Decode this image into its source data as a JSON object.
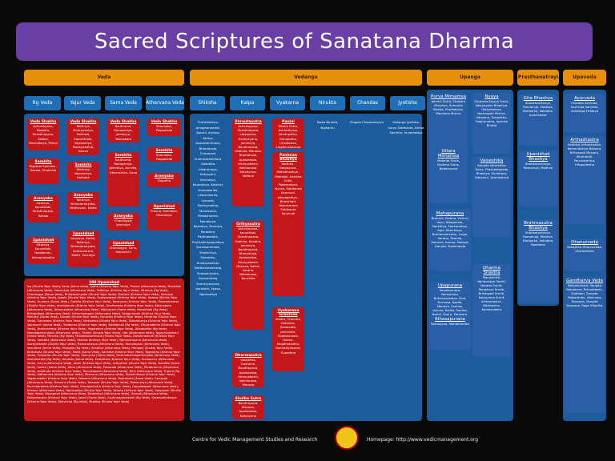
{
  "title": "Sacred Scriptures of Sanatana Dharma",
  "headers": {
    "veda": "Veda",
    "vedanga": "Vedanga",
    "upanga": "Upanga",
    "prasthanatrayi": "Prasthanatrayi",
    "upaveda": "Upaveda"
  },
  "subheaders": [
    "Rg Veda",
    "Yajur Veda",
    "Sama Veda",
    "Atharvana Veda",
    "Shiksha",
    "Kalpa",
    "Vyakarna",
    "Nirukta",
    "Chandas",
    "Jyotisha"
  ],
  "veda_boxes": {
    "rg_shakha": {
      "title": "Veda Shakha",
      "body": "Ashvalayana, Baskala, Shankhayana, Sakala, Mandukeya, Paingi"
    },
    "rg_samhita": {
      "title": "Samhita",
      "body": "Rigveda Samhita - Sakala, Shakhala"
    },
    "rg_aranyaka": {
      "title": "Aranyaka",
      "body": "Aitareya, Kaushitaki, Shankhayana, Sakala"
    },
    "rg_upanishad": {
      "title": "Upanishad",
      "body": "Aitareya, Kaushitaki, Nadabindu, Atmaprabodha"
    },
    "yj_shakha": {
      "title": "Veda Shakha",
      "body": "Taittiriya, Maitrayaniya, Kathaka, Kapishthala, Vajasaneya, Madhyandina, Kanva"
    },
    "yj_samhita": {
      "title": "Samhita",
      "body": "Taittiriya, Vajasaneya, Kathaka"
    },
    "yj_aranyaka": {
      "title": "Aranyaka",
      "body": "Taittiriya, Brihadaranyaka, Maitrayani, Katha"
    },
    "yj_upanishad": {
      "title": "Upanishad",
      "body": "Isavasya, Katha, Taittiriya, Brihadaranyaka, Svetasvatara, Maitri, Kaivalya"
    },
    "sv_shakha": {
      "title": "Veda Shakha",
      "body": "Kauthuma, Ranayaniya, Jaiminiya, Talavakara"
    },
    "sv_samhita": {
      "title": "Samhita",
      "body": "Kauthuma, Ranayaniya, Jaiminiya, Archika, Uttarachika, Gana"
    },
    "sv_aranyaka": {
      "title": "Aranyaka",
      "body": "Chandogya, Jaiminiya"
    },
    "sv_upanishad": {
      "title": "Upanishad",
      "body": "Chandogya, Kena, Vajrasuchi"
    },
    "av_shakha": {
      "title": "Veda Shakha",
      "body": "Shaunaka, Paippalada"
    },
    "av_samhita": {
      "title": "Samhita",
      "body": "Shaunaka, Paippalada"
    },
    "av_aranyaka": {
      "title": "Aranyaka",
      "body": "Gopatha"
    },
    "av_upanishad": {
      "title": "Upanishad",
      "body": "Prasna, Mundaka, Mandukya"
    }
  },
  "upanishad108": {
    "title": "108 Upanishad",
    "body": "Isa (Shukla Yajur Veda), Kena (Sama Veda), Katha (Krishna Yajur Veda), Prasna (Atharvana Veda), Mundaka (Atharvana Veda), Mandukya (Atharvana Veda), Taittiriya (Krishna Yajur Veda), Aitareya (Rg Veda), Chandogya (Sama Veda), Brihadaranyaka (Shukla Yajur Veda), Brahma (Krishna Yajur Veda), Kaivalya (Krishna Yajur Veda), Jabala (Shukla Yajur Veda), Svetasvatara (Krishna Yajur Veda), Hamsa (Shukla Yajur Veda), Aruneya (Sama Veda), Garbha (Krishna Yajur Veda), Narayana (Krishna Yajur Veda), Paramahamsa (Shukla Yajur Veda), Amritabindu (Krishna Yajur Veda), Amritanada (Krishna Yajur Veda), Atharvasira (Atharvana Veda), Atharvasikha (Atharvana Veda), Maitrayani (Sama Veda), Kaushitaki (Rg Veda), Brihajjabala (Atharvana Veda), Nrisimhatapani (Atharvana Veda), Kalagnirudra (Krishna Yajur Veda), Maitreyi (Sama Veda), Subala (Shukla Yajur Veda), Kshurika (Krishna Yajur Veda), Mantrika (Shukla Yajur Veda), Sarvasara (Krishna Yajur Veda), Niralamba (Shukla Yajur Veda), Sukarahasya (Krishna Yajur Veda), Vajrasuchi (Sama Veda), Tejobindu (Krishna Yajur Veda), Nadabindu (Rg Veda), Dhyanabindu (Krishna Yajur Veda), Brahmavidya (Krishna Yajur Veda), Yogatattva (Krishna Yajur Veda), Atmabodha (Rg Veda), Naradaparivrajaka (Atharvana Veda), Trisikhi (Shukla Yajur Veda), Sita (Atharvana Veda), Yogachudamani (Sama Veda), Nirvana (Rg Veda), Mandalabrahmana (Shukla Yajur Veda), Dakshinamurti (Krishna Yajur Veda), Sarabha (Atharvana Veda), Skanda (Krishna Yajur Veda), Mahanarayana (Atharvana Veda), Advayataraka (Shukla Yajur Veda), Ramarahasya (Atharvana Veda), Ramatapani (Atharvana Veda), Vasudeva (Sama Veda), Mudgala (Rg Veda), Sandilya (Atharvana Veda), Paingala (Shukla Yajur Veda), Bhikshuka (Shukla Yajur Veda), Maha (Sama Veda), Sariraka (Krishna Yajur Veda), Yogasikha (Krishna Yajur Veda), Turiyatita (Shukla Yajur Veda), Sannyasa (Sama Veda), Paramahamsaparivrajaka (Atharvana Veda), Akshamalika (Rg Veda), Avyakta (Sama Veda), Ekakshara (Krishna Yajur Veda), Annapurna (Atharvana Veda), Surya (Atharvana Veda), Akshi (Krishna Yajur Veda), Adhyatma (Shukla Yajur Veda), Kundika (Sama Veda), Savitri (Sama Veda), Atma (Atharvana Veda), Pasupata (Atharvana Veda), Parabrahma (Atharvana Veda), Avadhuta (Krishna Yajur Veda), Tripuratapani (Atharvana Veda), Devi (Atharvana Veda), Tripura (Rg Veda), Katharudra (Krishna Yajur Veda), Bhavana (Atharvana Veda), Rudrahridaya (Krishna Yajur Veda), Yogakundalini (Krishna Yajur Veda), Bhasma (Atharvana Veda), Rudraksha (Sama Veda), Ganapati (Atharvana Veda), Darsana (Sama Veda), Tarasara (Shukla Yajur Veda), Mahavakya (Atharvana Veda), Panchabrahma (Krishna Yajur Veda), Pranagnihotra (Krishna Yajur Veda), Gopalatapani (Atharvana Veda), Krishna (Atharvana Veda), Yajnavalkya (Shukla Yajur Veda), Varaha (Krishna Yajur Veda), Satyayani (Shukla Yajur Veda), Hayagriva (Atharvana Veda), Dattatreya (Atharvana Veda), Garuda (Atharvana Veda), Kalisantarana (Krishna Yajur Veda), Jabali (Sama Veda), Saubhagyalakshmi (Rg Veda), Sarasvatirahasya (Krishna Yajur Veda), Bahvricha (Rg Veda), Muktika (Shukla Yajur Veda)"
  },
  "vedanga": {
    "shiksha": "Pratishakhya, Amoghanandini, Apisali, Aranya, Atreya, Avasananirnaya, Bharadvaja, Charayani, Chandrashekhara, Galadrka, Kalanirnaya, Katyayani, Kauhaliya, Kaundinya, Keshavi, Kramakarika, Laksmikanta, Lomashi, Madhyandina, Manasvara, Mallasharma, Mandavya, Naradiya, Paniniya, Parashari, Padmanabha, Pratishakhyapradipa, Sarvasammata, Shaishiriya, Shambhu, Shodasashloki, Siddhantashiksha, Svaraankusha, Svarashtaka, Svaravyanjana, Vasishthi, Vyasa, Yajnavalkya",
    "kalpa_title": "Shrautasutra",
    "kalpa": "Ashvalayana, Shankhayana, Latyayana, Drahyayana, Jaiminiya, Baudhayana, Vadhula, Manava, Bharadvaja, Apastamba, Hiranyakeshi, Vaikhanasa, Katyayana, Vaitana",
    "grihya_title": "Grihyasutra",
    "grihya": "Ashvalayana, Kaushitaki, Shankhayana, Gobhila, Khadira, Jaiminiya, Baudhayana, Bharadvaja, Apastamba, Hiranyakeshi, Manava, Katha, Varaha, Vaikhanasa, Kaushika",
    "dharma_title": "Dharmasutra",
    "dharma": "Vasishtha, Gautama, Baudhayana, Apastamba, Hiranyakeshi, Vaikhanasa, Manava",
    "shulba_title": "Shulba Sutra",
    "shulba": "Baudhayana, Manava, Apastamba, Katyayana",
    "vyakarana_title": "Panini",
    "vyakarana": "Siksha Sutra, Ashtadhyayi, Dhatupatha, Ganapatha, Unadisutra, Lingānushasana",
    "vyak2_title": "Paninian Bhashya",
    "vyak2": "Varttika - Katyayana, Mahabhashya - Patanjali, Kashika Vritti, Padamanjari, Nyasa, Siddhanta Kaumudi, Vakyapadiya - Bhartrhari, Vaiyakarana Siddhanta Kaumudi",
    "vyak3_title": "Vyakarana Granthas",
    "vyak3": "Aindra, Chandra, Katantra, Sarasvata, Jainendra, Shakatayana, Haima, Mugdhabodha, Samkshiptasara, Supadma",
    "nirukta": "Yaska Nirukta, Nighantu",
    "chandas": "Pingala Chandahsutra",
    "jyotisha": "Vedanga Jyotisha, Surya Siddhanta, Brihat Samhita, Aryabhatiya"
  },
  "upanga": {
    "purva_title": "Purva Mimamsa",
    "purva": "Jaimini Sutra, Shabara Bhashya, Kumarila Bhatta, Prabhakara, Mandana Mishra",
    "uttara_title": "Uttara Mimamsa",
    "uttara": "Vedanta Sutra, Brahma Sutra, Badarayana",
    "nyaya_title": "Nyaya",
    "nyaya": "Gautama Nyaya Sutra, Vatsyayana Bhashya, Uddyotakara, Vachaspati Mishra, Udayana, Gangesha, Raghunatha, Jayanta Bhatta",
    "vaiseshika_title": "Vaiseshika",
    "vaiseshika": "Kanada Vaiseshika Sutra, Prashastapada Bhashya, Shridhara, Udayana, Vyomashiva",
    "mahapurana_title": "Mahapurana",
    "mahapurana": "Brahma, Padma, Vishnu, Vayu, Bhagavata, Naradiya, Markandeya, Agni, Bhavishya, Brahmavaivarta, Linga, Varaha, Skanda, Vamana, Kurma, Matsya, Garuda, Brahmanda",
    "upapurana_title": "Upapurana",
    "upapurana": "Sanatkumara, Narasimha, Brihannaradiya, Siva, Durvasa, Kapila, Manava, Usanas, Varuna, Kalika, Samba, Nandi, Saura, Parasara, Aditya, Mahesvara, Bhargava, Vasishtha",
    "itihasa_title": "Itihasapurana",
    "itihasa": "Ramayana, Mahabharata",
    "dharmashastra_title": "Dharma Shastra",
    "dharmashastra": "Manusmriti, Yajnavalkya Smriti, Narada Smriti, Parashara Smriti, Brihaspati Smriti, Katyayana Smriti",
    "dharmashastra2": "Arthashastra, Nitishastra, Kamashastra"
  },
  "prasthanatrayi": {
    "gita_title": "Gita Bhashya",
    "gita": "Shankaracharya, Ramanuja, Madhva, Nimbarka, Vallabha, Jnaneshwar",
    "upanishad_title": "Upanishad Bhashya",
    "upanishad": "Shankaracharya, Ramanuja, Madhva",
    "brahma_title": "Brahmasutra Bhashya",
    "brahma": "Shankaracharya, Ramanuja, Madhva, Nimbarka, Vallabha, Baladeva"
  },
  "upaveda": {
    "ayurveda_title": "Ayurveda",
    "ayurveda": "Charaka Samhita, Sushruta Samhita, Ashtanga Hridaya",
    "artha_title": "Arthashastra",
    "artha": "Kautilya Arthashastra, Kamandakiya Nitisara, Brihaspati Nitisara, Shukraniti, Panchatantra, Hitopadesha",
    "dhanur_title": "Dhanurveda",
    "dhanur": "Vasishtha Dhanurveda, Vishwamitra",
    "gandharva_title": "Gandharva Veda",
    "gandharva": "Natyashastra, Sangita Ratnakara, Brihaddeshi, Dattilam, Sangita Makaranda, Abhinaya Darpana, Sangita Darpana, Raga Vibodha"
  },
  "footer": {
    "left": "Centre for Vedic Management Studies and Research",
    "right": "Homepage: http://www.vedicmanagement.org"
  }
}
